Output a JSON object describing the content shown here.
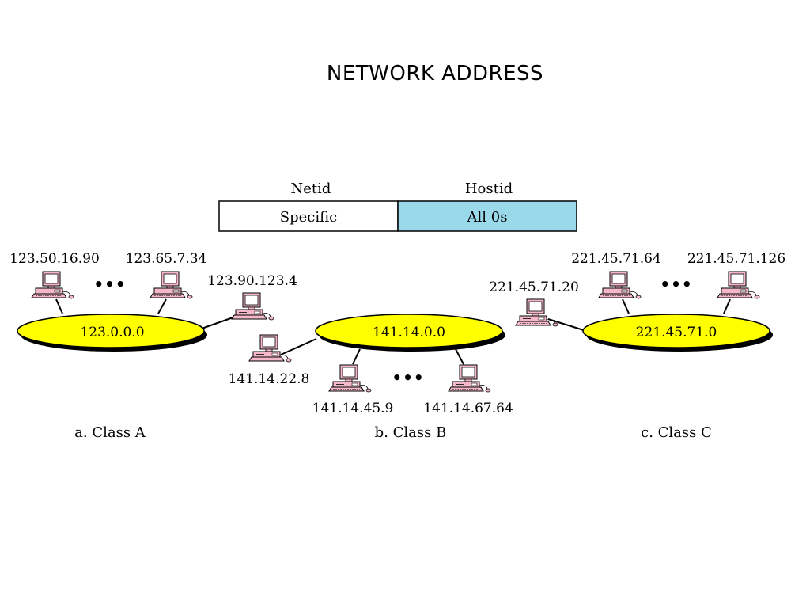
{
  "title": "NETWORK ADDRESS",
  "address_format": {
    "netid_header": "Netid",
    "hostid_header": "Hostid",
    "netid_value": "Specific",
    "hostid_value": "All 0s",
    "hostid_color": "#99d9ea"
  },
  "colors": {
    "network_fill": "#ffff00",
    "computer_color": "#f4b8c8"
  },
  "ellipsis": "•••",
  "class_a": {
    "network": "123.0.0.0",
    "hosts": [
      "123.50.16.90",
      "123.65.7.34",
      "123.90.123.4"
    ],
    "caption": "a. Class A"
  },
  "class_b": {
    "network": "141.14.0.0",
    "hosts": [
      "141.14.22.8",
      "141.14.45.9",
      "141.14.67.64"
    ],
    "caption": "b. Class B"
  },
  "class_c": {
    "network": "221.45.71.0",
    "hosts": [
      "221.45.71.20",
      "221.45.71.64",
      "221.45.71.126"
    ],
    "caption": "c. Class C"
  }
}
